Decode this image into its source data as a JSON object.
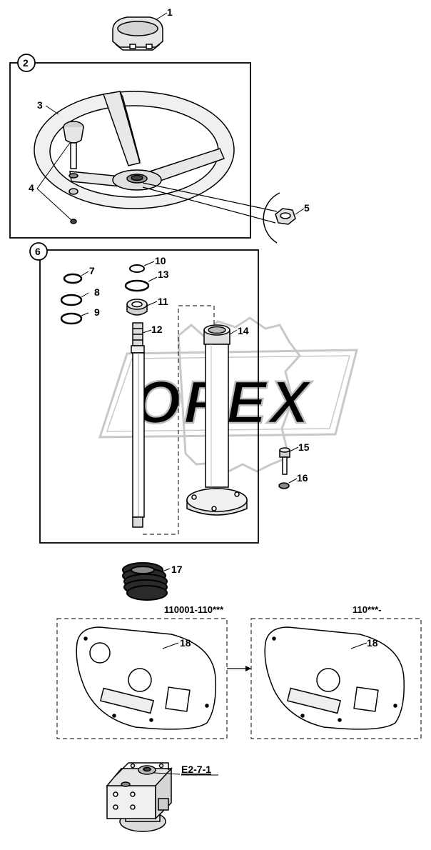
{
  "watermark": {
    "text": "OPEX",
    "color": "#c8c8c8"
  },
  "groups": {
    "steering_wheel_group": "2",
    "column_group": "6"
  },
  "callouts": {
    "c1": "1",
    "c3": "3",
    "c4": "4",
    "c5": "5",
    "c7": "7",
    "c8": "8",
    "c9": "9",
    "c10": "10",
    "c11": "11",
    "c12": "12",
    "c13": "13",
    "c14": "14",
    "c15": "15",
    "c16": "16",
    "c17": "17",
    "c18a": "18",
    "c18b": "18"
  },
  "panels": {
    "left_range": "110001-110***",
    "right_range": "110***-"
  },
  "reference": {
    "ref_label": "E2-7-1"
  }
}
